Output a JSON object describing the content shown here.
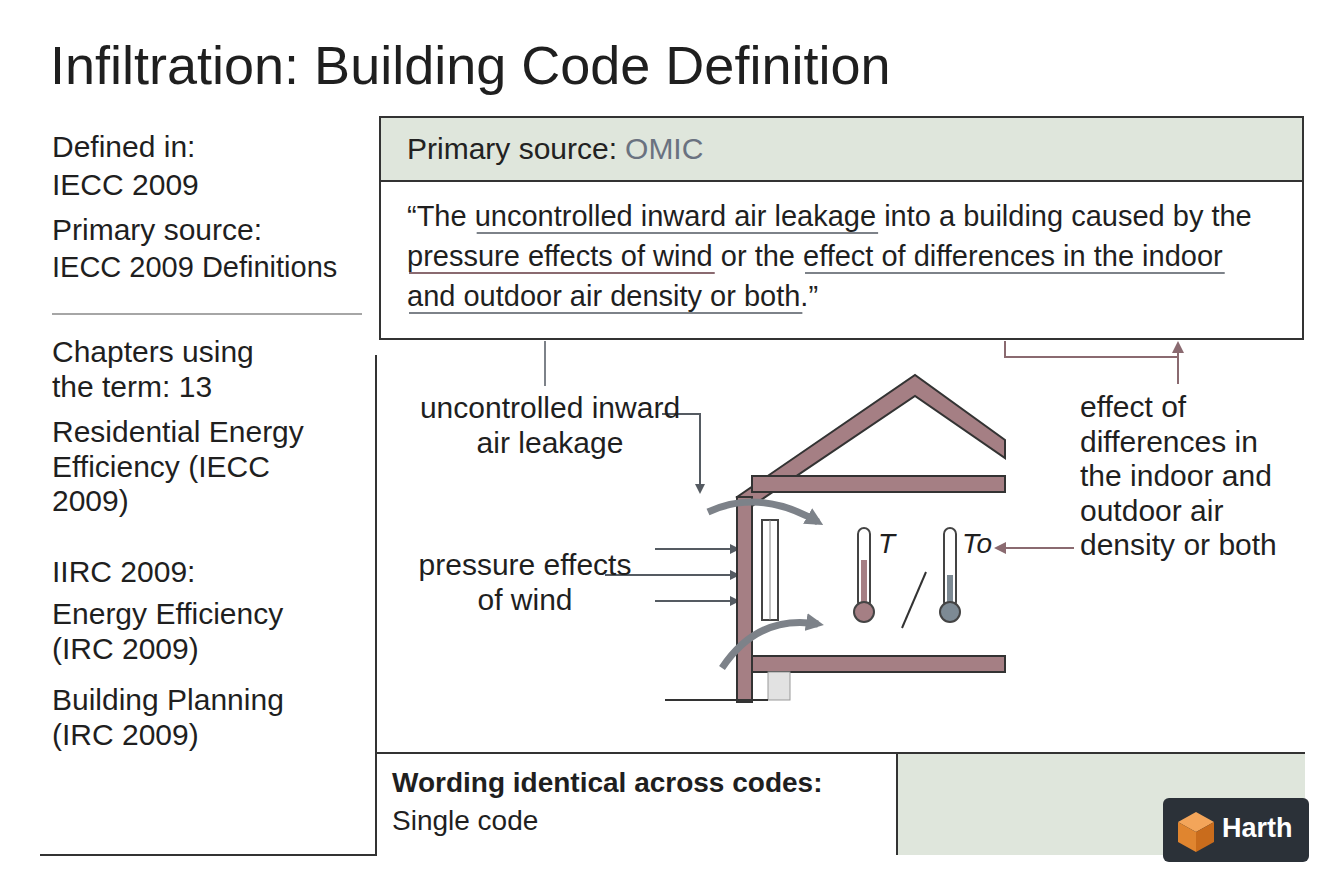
{
  "diagram": {
    "title": "Infiltration: Building Code Definition",
    "nodes": [
      {
        "text": [
          "Primary source:",
          "OMIC"
        ]
      },
      {
        "text": [
          "“The uncontrolled inward air leakage into a building caused by the pressure effects of wind or the effect of differences in the indoor and outdoor air density or both.”"
        ]
      },
      {
        "text": [
          "Wording identical across codes:",
          "Single code"
        ]
      }
    ],
    "labels": [
      "Defined in:",
      "IECC 2009",
      "Primary source:",
      "IECC 2009 Definitions",
      "Chapters using the term: 13",
      "Residential Energy Efficiency (IECC 2009)",
      "IIRC 2009:",
      "Energy Efficiency (IRC 2009)",
      "Building Planning (IRC 2009)",
      "uncontrolled inward air leakage",
      "pressure effects of wind",
      "T",
      "To",
      "effect of differences in the indoor and outdoor air density or both",
      "Harth"
    ]
  }
}
